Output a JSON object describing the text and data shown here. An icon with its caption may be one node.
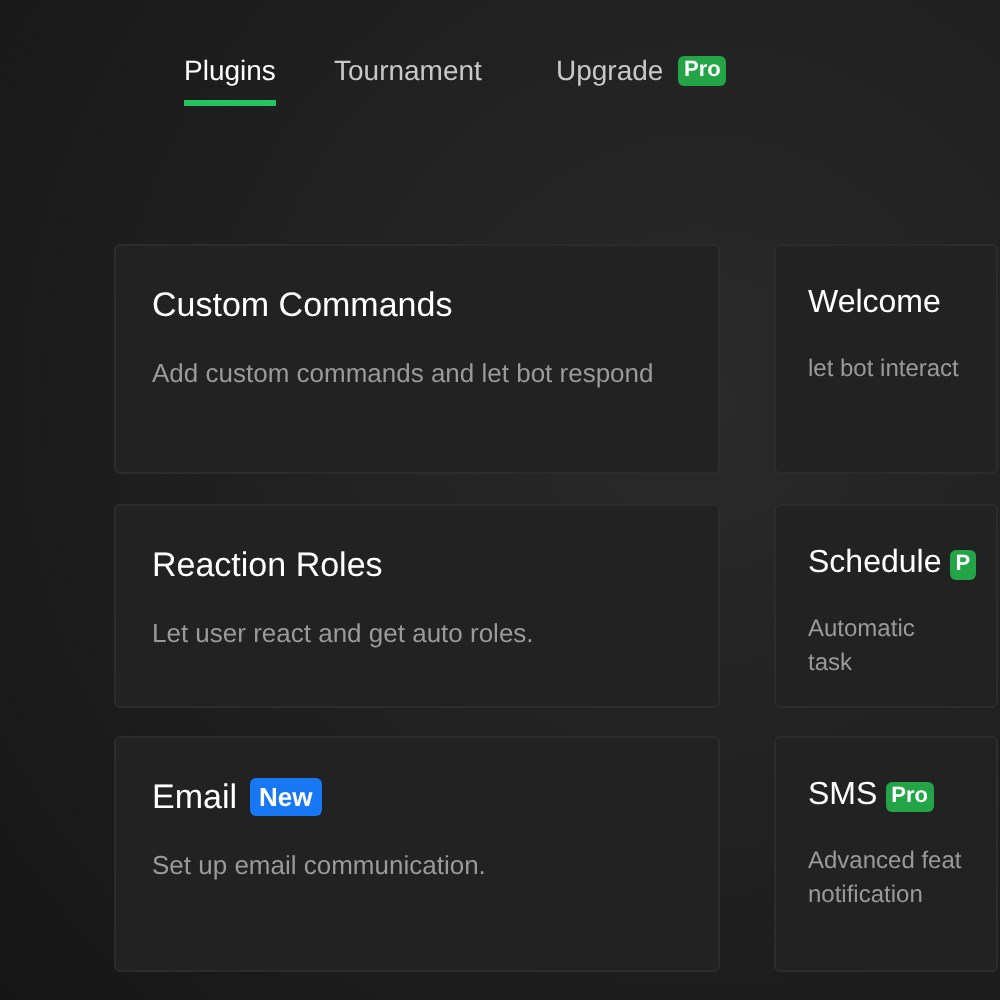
{
  "diagram": {
    "nodes": [
      {
        "text": [
          "Pro"
        ]
      },
      {
        "text": [
          "Custom Commands",
          "Add custom commands and let bot respond"
        ]
      },
      {
        "text": [
          "Welcome",
          "let bot interact"
        ]
      },
      {
        "text": [
          "Reaction Roles",
          "Let user react and get auto roles."
        ]
      },
      {
        "text": [
          "Schedule",
          "Automatic task"
        ]
      },
      {
        "text": [
          "P"
        ],
        "in": 4
      },
      {
        "text": [
          "Email",
          "Set up email communication."
        ]
      },
      {
        "text": [
          "New"
        ],
        "in": 6
      },
      {
        "text": [
          "SMS",
          "Advanced feat notification"
        ]
      },
      {
        "text": [
          "Pro"
        ],
        "in": 8
      }
    ],
    "labels": [
      "Plugins",
      "Tournament",
      "Upgrade"
    ]
  }
}
